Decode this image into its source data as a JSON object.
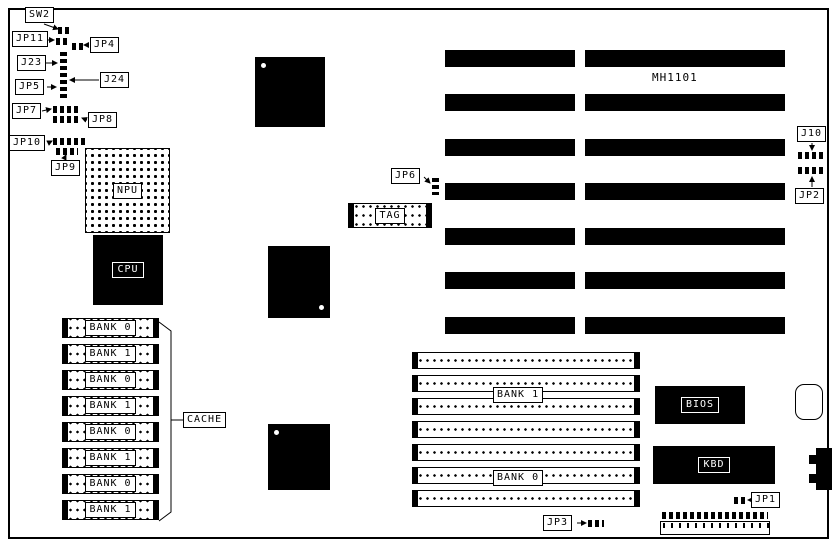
{
  "diagram": {
    "board_model": "MH1101",
    "jumper_labels": {
      "sw2": "SW2",
      "jp11": "JP11",
      "jp4": "JP4",
      "j23": "J23",
      "j24": "J24",
      "jp5": "JP5",
      "jp7": "JP7",
      "jp8": "JP8",
      "jp10": "JP10",
      "jp9": "JP9",
      "jp6": "JP6",
      "j10": "J10",
      "jp2": "JP2",
      "jp1": "JP1",
      "jp3": "JP3"
    },
    "component_labels": {
      "npu": "NPU",
      "cpu": "CPU",
      "cache": "CACHE",
      "tag": "TAG",
      "bios": "BIOS",
      "kbd": "KBD"
    },
    "cache_rows": [
      "BANK 0",
      "BANK 1",
      "BANK 0",
      "BANK 1",
      "BANK 0",
      "BANK 1",
      "BANK 0",
      "BANK 1"
    ],
    "memory_banks": {
      "top": "BANK 1",
      "bottom": "BANK 0"
    }
  }
}
